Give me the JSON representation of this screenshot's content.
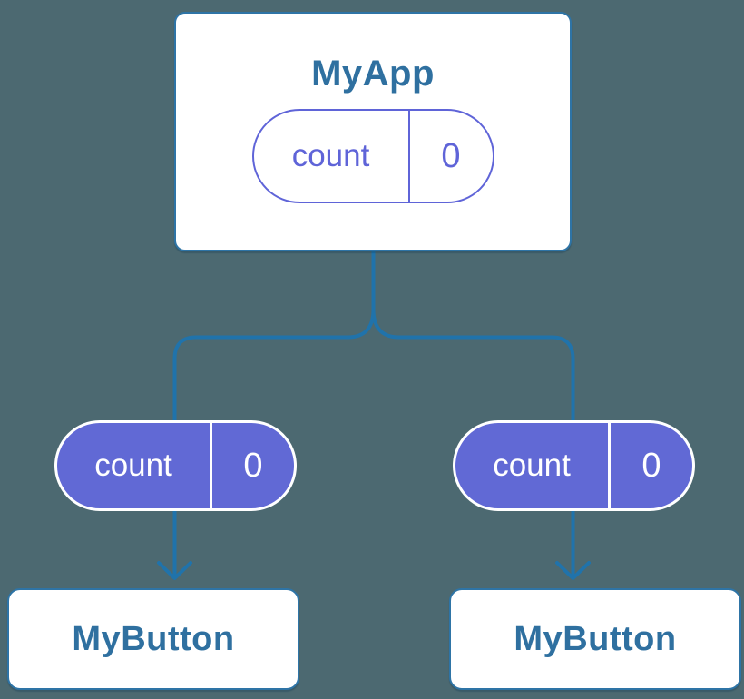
{
  "theme": {
    "background": "#4C6971",
    "line_blue": "#2073AB",
    "border_blue": "#2E74A6",
    "text_blue": "#2F70A0",
    "purple": "#5F64D8",
    "purple_fill": "#6169D5",
    "white": "#FFFFFF"
  },
  "diagram": {
    "type": "component-state-tree",
    "root": {
      "name": "MyApp",
      "state": {
        "label": "count",
        "value": "0"
      }
    },
    "children": [
      {
        "name": "MyButton",
        "prop": {
          "label": "count",
          "value": "0"
        }
      },
      {
        "name": "MyButton",
        "prop": {
          "label": "count",
          "value": "0"
        }
      }
    ]
  }
}
